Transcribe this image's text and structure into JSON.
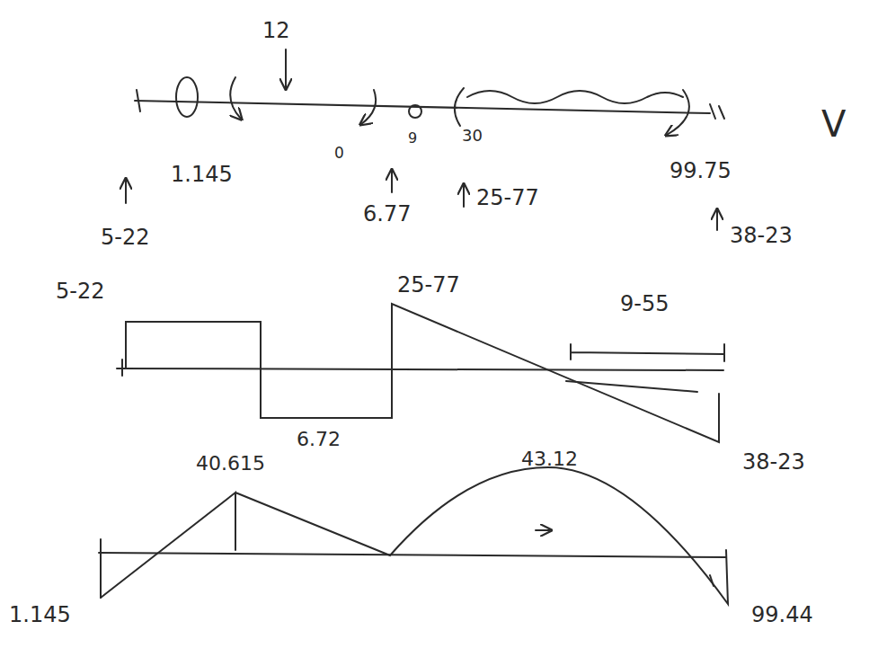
{
  "diagram": {
    "labels": [
      "12",
      "1.145",
      "0",
      "9",
      "30",
      "99.75",
      "5-22",
      "6.77",
      "25-77",
      "38-23",
      "V",
      "5-22",
      "25-77",
      "9-55",
      "6.72",
      "40.615",
      "38-23",
      "43.12",
      "1.145",
      "99.44"
    ]
  }
}
